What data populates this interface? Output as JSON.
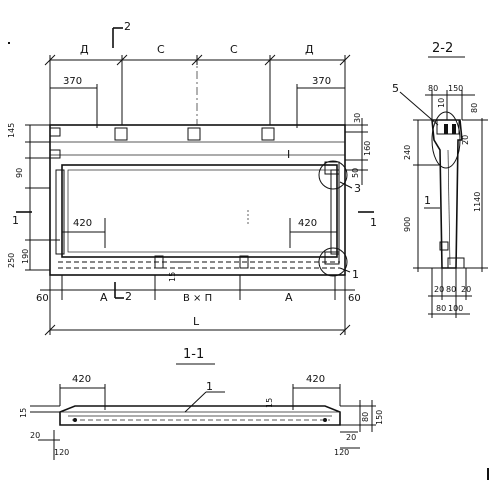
{
  "front_view": {
    "top_segment_labels": [
      "Д",
      "C",
      "C",
      "Д"
    ],
    "dim_top_left": "370",
    "dim_top_right": "370",
    "dim_left_145": "145",
    "dim_left_90": "90",
    "dim_left_250": "250",
    "dim_left_190": "190",
    "dim_inner_420_left": "420",
    "dim_inner_420_right": "420",
    "dim_right_30": "30",
    "dim_right_160": "160",
    "dim_right_50": "50",
    "dim_15": "15",
    "bottom_segments": [
      "60",
      "A",
      "B × П",
      "A",
      "60"
    ],
    "overall": "L",
    "mark_I": "I",
    "callout_1": "1",
    "callout_3": "3",
    "section_2_label": "2",
    "section_1_label": "1"
  },
  "section_2_2": {
    "title": "2-2",
    "dim_80": "80",
    "dim_150": "150",
    "dim_80_right": "80",
    "dim_10": "10",
    "dim_20": "20",
    "dim_240": "240",
    "dim_900": "900",
    "dim_1140": "1140",
    "bottom_20a": "20",
    "bottom_80": "80",
    "bottom_20b": "20",
    "bottom_80b": "80",
    "bottom_100": "100",
    "callout_5": "5",
    "callout_1": "1"
  },
  "section_1_1": {
    "title": "1-1",
    "dim_420_left": "420",
    "dim_420_right": "420",
    "dim_15_left": "15",
    "dim_15_mid": "15",
    "dim_20_left": "20",
    "dim_120_left": "120",
    "dim_20_right": "20",
    "dim_120_right": "120",
    "dim_80": "80",
    "dim_150": "150",
    "callout_1": "1"
  }
}
